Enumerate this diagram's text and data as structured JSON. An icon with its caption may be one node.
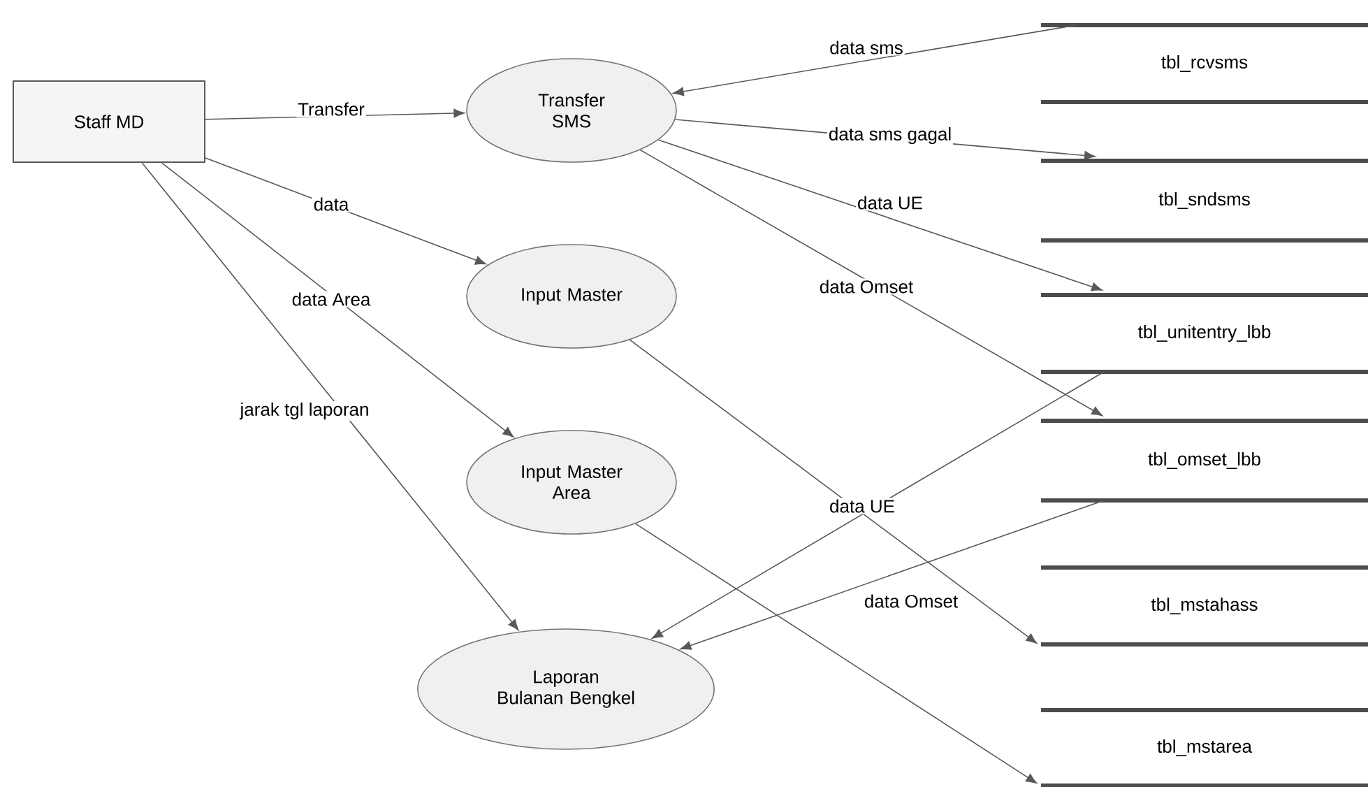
{
  "diagram": {
    "nodes": [
      {
        "text": [
          "Staff MD"
        ]
      },
      {
        "text": [
          "Transfer SMS"
        ]
      },
      {
        "text": [
          "Input Master"
        ]
      },
      {
        "text": [
          "Input Master Area"
        ]
      },
      {
        "text": [
          "Laporan Bulanan Bengkel"
        ]
      },
      {
        "text": [
          "tbl_rcvsms"
        ]
      },
      {
        "text": [
          "tbl_sndsms"
        ]
      },
      {
        "text": [
          "tbl_unitentry_lbb"
        ]
      },
      {
        "text": [
          "tbl_omset_lbb"
        ]
      },
      {
        "text": [
          "tbl_mstahass"
        ]
      },
      {
        "text": [
          "tbl_mstarea"
        ]
      }
    ],
    "edges": [
      {
        "from": 0,
        "to": 1,
        "arrow": "to",
        "label": "Transfer"
      },
      {
        "from": 0,
        "to": 2,
        "arrow": "to",
        "label": "data"
      },
      {
        "from": 0,
        "to": 3,
        "arrow": "to",
        "label": "data Area"
      },
      {
        "from": 0,
        "to": 4,
        "arrow": "to",
        "label": "jarak tgl laporan"
      },
      {
        "from": 5,
        "to": 1,
        "arrow": "to",
        "label": "data sms"
      },
      {
        "from": 1,
        "to": 6,
        "arrow": "to",
        "label": "data sms gagal"
      },
      {
        "from": 1,
        "to": 7,
        "arrow": "to",
        "label": "data UE"
      },
      {
        "from": 1,
        "to": 8,
        "arrow": "to",
        "label": "data Omset"
      },
      {
        "from": 2,
        "to": 9,
        "arrow": "to"
      },
      {
        "from": 3,
        "to": 10,
        "arrow": "to"
      },
      {
        "from": 7,
        "to": 4,
        "arrow": "to",
        "label": "data UE"
      },
      {
        "from": 8,
        "to": 4,
        "arrow": "to",
        "label": "data Omset"
      }
    ]
  }
}
